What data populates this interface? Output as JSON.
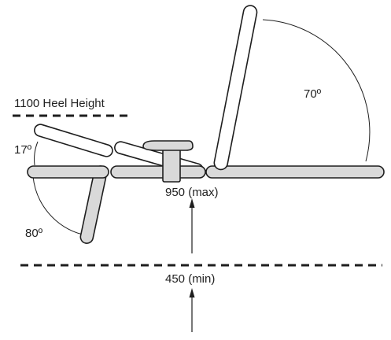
{
  "labels": {
    "heel_height": "1100 Heel Height",
    "angle_leg": "17º",
    "angle_knee": "80º",
    "angle_back": "70º",
    "height_max": "950 (max)",
    "height_min": "450 (min)"
  },
  "colors": {
    "segment_fill": "#d9d9d9",
    "outline": "#1e1e1e",
    "text": "#222222",
    "background": "#ffffff"
  }
}
